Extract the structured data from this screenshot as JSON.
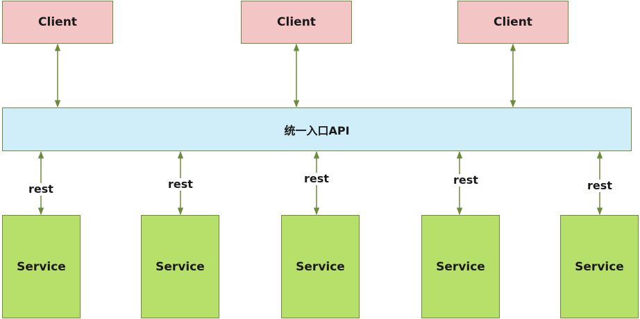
{
  "clients": [
    {
      "label": "Client"
    },
    {
      "label": "Client"
    },
    {
      "label": "Client"
    }
  ],
  "gateway": {
    "label": "统一入口API"
  },
  "services": [
    {
      "label": "Service",
      "link_label": "rest"
    },
    {
      "label": "Service",
      "link_label": "rest"
    },
    {
      "label": "Service",
      "link_label": "rest"
    },
    {
      "label": "Service",
      "link_label": "rest"
    },
    {
      "label": "Service",
      "link_label": "rest"
    }
  ],
  "colors": {
    "client_fill": "#f4c5c5",
    "gateway_fill": "#cfeefa",
    "service_fill": "#b7e06a",
    "stroke": "#6b8a3a"
  }
}
